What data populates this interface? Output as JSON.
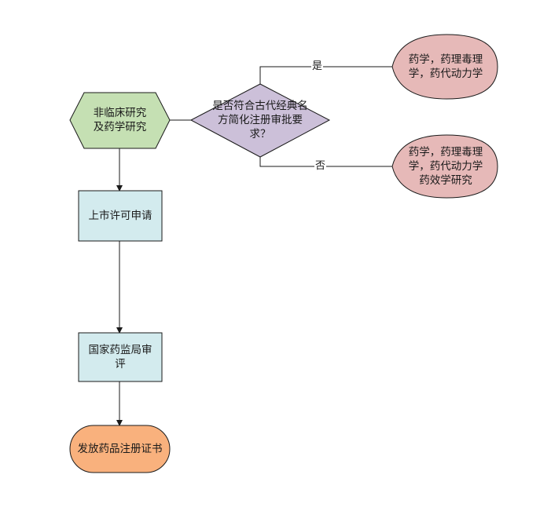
{
  "nodes": {
    "nonclinical": {
      "text": "非临床研究\n及药学研究",
      "fill": "#c5e0b3",
      "stroke": "#1a1a1a"
    },
    "decision": {
      "text": "是否符合古代经典名\n方简化注册审批要\n求？",
      "fill": "#ccc0d9",
      "stroke": "#1a1a1a"
    },
    "yes_result": {
      "text": "药学，药理毒理\n学，药代动力学",
      "fill": "#e6b9b8",
      "stroke": "#1a1a1a"
    },
    "no_result": {
      "text": "药学，药理毒理\n学，药代动力学\n药效学研究",
      "fill": "#e6b9b8",
      "stroke": "#1a1a1a"
    },
    "application": {
      "text": "上市许可申请",
      "fill": "#d3ebee",
      "stroke": "#1a1a1a"
    },
    "review": {
      "text": "国家药监局审\n评",
      "fill": "#d3ebee",
      "stroke": "#1a1a1a"
    },
    "certificate": {
      "text": "发放药品注册证书",
      "fill": "#f9b17d",
      "stroke": "#1a1a1a"
    }
  },
  "edges": {
    "yes_label": "是",
    "no_label": "否"
  }
}
